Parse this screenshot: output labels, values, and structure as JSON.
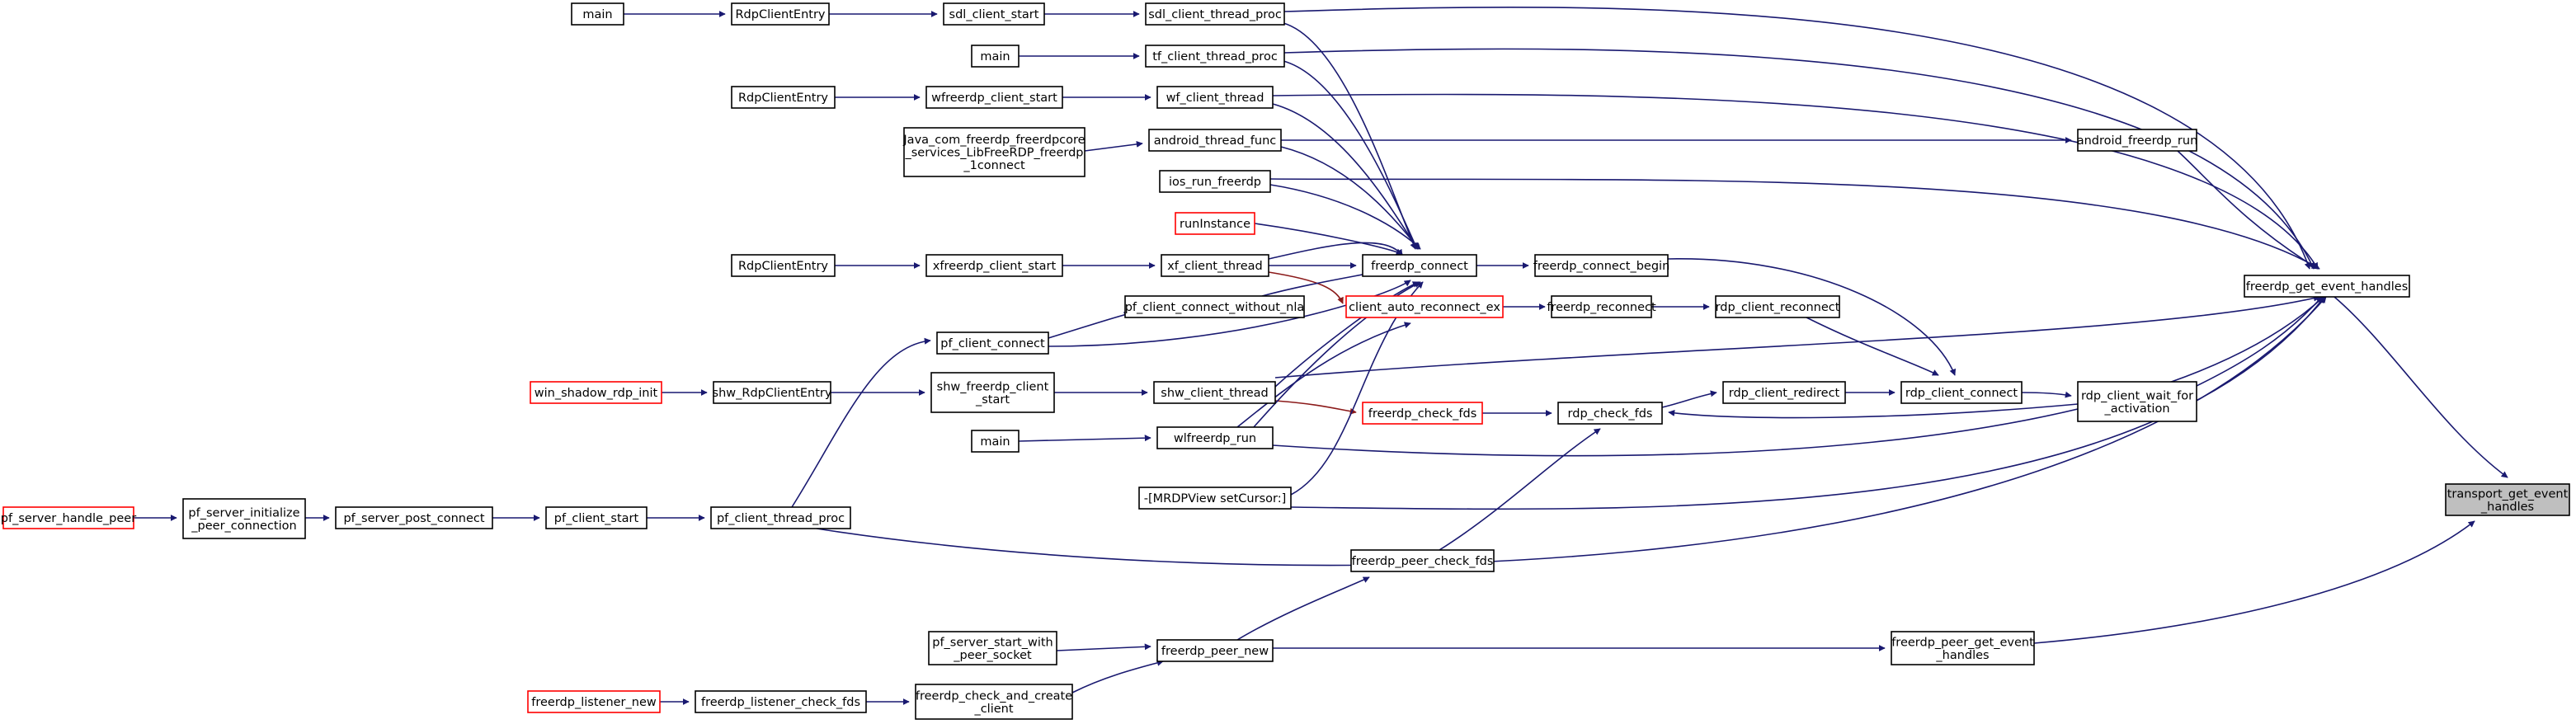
{
  "nodes": [
    {
      "id": "n0",
      "name": "node-main-1",
      "lines": [
        "main"
      ]
    },
    {
      "id": "n1",
      "name": "node-rdpcliententry-1",
      "lines": [
        "RdpClientEntry"
      ]
    },
    {
      "id": "n2",
      "name": "node-sdl-client-start",
      "lines": [
        "sdl_client_start"
      ]
    },
    {
      "id": "n3",
      "name": "node-sdl-client-thread-proc",
      "lines": [
        "sdl_client_thread_proc"
      ]
    },
    {
      "id": "n4",
      "name": "node-main-2",
      "lines": [
        "main"
      ]
    },
    {
      "id": "n5",
      "name": "node-tf-client-thread-proc",
      "lines": [
        "tf_client_thread_proc"
      ]
    },
    {
      "id": "n6",
      "name": "node-rdpcliententry-2",
      "lines": [
        "RdpClientEntry"
      ]
    },
    {
      "id": "n7",
      "name": "node-wfreerdp-client-start",
      "lines": [
        "wfreerdp_client_start"
      ]
    },
    {
      "id": "n8",
      "name": "node-wf-client-thread",
      "lines": [
        "wf_client_thread"
      ]
    },
    {
      "id": "n9",
      "name": "node-java-libfreerdp-connect",
      "lines": [
        "Java_com_freerdp_freerdpcore",
        "_services_LibFreeRDP_freerdp",
        "_1connect"
      ]
    },
    {
      "id": "n10",
      "name": "node-android-thread-func",
      "lines": [
        "android_thread_func"
      ]
    },
    {
      "id": "n11",
      "name": "node-android-freerdp-run",
      "lines": [
        "android_freerdp_run"
      ]
    },
    {
      "id": "n12",
      "name": "node-ios-run-freerdp",
      "lines": [
        "ios_run_freerdp"
      ]
    },
    {
      "id": "n13",
      "name": "node-runinstance",
      "lines": [
        "runInstance"
      ],
      "red": true
    },
    {
      "id": "n14",
      "name": "node-rdpcliententry-3",
      "lines": [
        "RdpClientEntry"
      ]
    },
    {
      "id": "n15",
      "name": "node-xfreerdp-client-start",
      "lines": [
        "xfreerdp_client_start"
      ]
    },
    {
      "id": "n16",
      "name": "node-xf-client-thread",
      "lines": [
        "xf_client_thread"
      ]
    },
    {
      "id": "n17",
      "name": "node-freerdp-connect",
      "lines": [
        "freerdp_connect"
      ]
    },
    {
      "id": "n18",
      "name": "node-freerdp-connect-begin",
      "lines": [
        "freerdp_connect_begin"
      ]
    },
    {
      "id": "n19",
      "name": "node-freerdp-get-event-handles",
      "lines": [
        "freerdp_get_event_handles"
      ]
    },
    {
      "id": "n20",
      "name": "node-pf-client-connect-without-nla",
      "lines": [
        "pf_client_connect_without_nla"
      ]
    },
    {
      "id": "n21",
      "name": "node-client-auto-reconnect-ex",
      "lines": [
        "client_auto_reconnect_ex"
      ],
      "red": true
    },
    {
      "id": "n22",
      "name": "node-freerdp-reconnect",
      "lines": [
        "freerdp_reconnect"
      ]
    },
    {
      "id": "n23",
      "name": "node-rdp-client-reconnect",
      "lines": [
        "rdp_client_reconnect"
      ]
    },
    {
      "id": "n24",
      "name": "node-pf-client-connect",
      "lines": [
        "pf_client_connect"
      ]
    },
    {
      "id": "n25",
      "name": "node-win-shadow-rdp-init",
      "lines": [
        "win_shadow_rdp_init"
      ],
      "red": true
    },
    {
      "id": "n26",
      "name": "node-shw-rdpcliententry",
      "lines": [
        "shw_RdpClientEntry"
      ]
    },
    {
      "id": "n27",
      "name": "node-shw-freerdp-client-start",
      "lines": [
        "shw_freerdp_client",
        "_start"
      ]
    },
    {
      "id": "n28",
      "name": "node-shw-client-thread",
      "lines": [
        "shw_client_thread"
      ]
    },
    {
      "id": "n29",
      "name": "node-freerdp-check-fds",
      "lines": [
        "freerdp_check_fds"
      ],
      "red": true
    },
    {
      "id": "n30",
      "name": "node-rdp-check-fds",
      "lines": [
        "rdp_check_fds"
      ]
    },
    {
      "id": "n31",
      "name": "node-rdp-client-redirect",
      "lines": [
        "rdp_client_redirect"
      ]
    },
    {
      "id": "n32",
      "name": "node-rdp-client-connect",
      "lines": [
        "rdp_client_connect"
      ]
    },
    {
      "id": "n33",
      "name": "node-rdp-client-wait-for-activation",
      "lines": [
        "rdp_client_wait_for",
        "_activation"
      ]
    },
    {
      "id": "n34",
      "name": "node-main-3",
      "lines": [
        "main"
      ]
    },
    {
      "id": "n35",
      "name": "node-wlfreerdp-run",
      "lines": [
        "wlfreerdp_run"
      ]
    },
    {
      "id": "n36",
      "name": "node-mrdpview-setcursor",
      "lines": [
        "-[MRDPView setCursor:]"
      ]
    },
    {
      "id": "n37",
      "name": "node-transport-get-event-handles",
      "lines": [
        "transport_get_event",
        "_handles"
      ],
      "focus": true
    },
    {
      "id": "n38",
      "name": "node-pf-server-handle-peer",
      "lines": [
        "pf_server_handle_peer"
      ],
      "red": true
    },
    {
      "id": "n39",
      "name": "node-pf-server-initialize-peer-connection",
      "lines": [
        "pf_server_initialize",
        "_peer_connection"
      ]
    },
    {
      "id": "n40",
      "name": "node-pf-server-post-connect",
      "lines": [
        "pf_server_post_connect"
      ]
    },
    {
      "id": "n41",
      "name": "node-pf-client-start",
      "lines": [
        "pf_client_start"
      ]
    },
    {
      "id": "n42",
      "name": "node-pf-client-thread-proc",
      "lines": [
        "pf_client_thread_proc"
      ]
    },
    {
      "id": "n43",
      "name": "node-freerdp-peer-check-fds",
      "lines": [
        "freerdp_peer_check_fds"
      ]
    },
    {
      "id": "n44",
      "name": "node-pf-server-start-with-peer-socket",
      "lines": [
        "pf_server_start_with",
        "_peer_socket"
      ]
    },
    {
      "id": "n45",
      "name": "node-freerdp-peer-new",
      "lines": [
        "freerdp_peer_new"
      ]
    },
    {
      "id": "n46",
      "name": "node-freerdp-peer-get-event-handles",
      "lines": [
        "freerdp_peer_get_event",
        "_handles"
      ]
    },
    {
      "id": "n47",
      "name": "node-freerdp-listener-new",
      "lines": [
        "freerdp_listener_new"
      ],
      "red": true
    },
    {
      "id": "n48",
      "name": "node-freerdp-listener-check-fds",
      "lines": [
        "freerdp_listener_check_fds"
      ]
    },
    {
      "id": "n49",
      "name": "node-freerdp-check-and-create-client",
      "lines": [
        "freerdp_check_and_create",
        "_client"
      ]
    }
  ],
  "edges": [
    {
      "from": "main",
      "to": "RdpClientEntry"
    },
    {
      "from": "RdpClientEntry",
      "to": "sdl_client_start"
    },
    {
      "from": "sdl_client_start",
      "to": "sdl_client_thread_proc"
    },
    {
      "from": "sdl_client_thread_proc",
      "to": "freerdp_connect"
    },
    {
      "from": "sdl_client_thread_proc",
      "to": "freerdp_get_event_handles"
    },
    {
      "from": "main",
      "to": "tf_client_thread_proc"
    },
    {
      "from": "tf_client_thread_proc",
      "to": "freerdp_connect"
    },
    {
      "from": "tf_client_thread_proc",
      "to": "freerdp_get_event_handles"
    },
    {
      "from": "RdpClientEntry",
      "to": "wfreerdp_client_start"
    },
    {
      "from": "wfreerdp_client_start",
      "to": "wf_client_thread"
    },
    {
      "from": "wf_client_thread",
      "to": "freerdp_connect"
    },
    {
      "from": "wf_client_thread",
      "to": "freerdp_get_event_handles"
    },
    {
      "from": "Java_com_freerdp_freerdpcore_services_LibFreeRDP_freerdp_1connect",
      "to": "android_thread_func"
    },
    {
      "from": "android_thread_func",
      "to": "freerdp_connect"
    },
    {
      "from": "android_thread_func",
      "to": "android_freerdp_run"
    },
    {
      "from": "android_freerdp_run",
      "to": "freerdp_get_event_handles"
    },
    {
      "from": "ios_run_freerdp",
      "to": "freerdp_connect"
    },
    {
      "from": "ios_run_freerdp",
      "to": "freerdp_get_event_handles"
    },
    {
      "from": "runInstance",
      "to": "freerdp_connect"
    },
    {
      "from": "RdpClientEntry",
      "to": "xfreerdp_client_start"
    },
    {
      "from": "xfreerdp_client_start",
      "to": "xf_client_thread"
    },
    {
      "from": "xf_client_thread",
      "to": "freerdp_connect"
    },
    {
      "from": "xf_client_thread",
      "to": "freerdp_get_event_handles"
    },
    {
      "from": "xf_client_thread",
      "to": "client_auto_reconnect_ex"
    },
    {
      "from": "freerdp_connect",
      "to": "freerdp_connect_begin"
    },
    {
      "from": "freerdp_connect_begin",
      "to": "rdp_client_connect"
    },
    {
      "from": "pf_client_connect",
      "to": "pf_client_connect_without_nla"
    },
    {
      "from": "pf_client_connect_without_nla",
      "to": "freerdp_connect"
    },
    {
      "from": "pf_client_connect",
      "to": "freerdp_connect"
    },
    {
      "from": "client_auto_reconnect_ex",
      "to": "freerdp_reconnect"
    },
    {
      "from": "freerdp_reconnect",
      "to": "rdp_client_reconnect"
    },
    {
      "from": "rdp_client_reconnect",
      "to": "rdp_client_connect"
    },
    {
      "from": "win_shadow_rdp_init",
      "to": "shw_RdpClientEntry"
    },
    {
      "from": "shw_RdpClientEntry",
      "to": "shw_freerdp_client_start"
    },
    {
      "from": "shw_freerdp_client_start",
      "to": "shw_client_thread"
    },
    {
      "from": "shw_client_thread",
      "to": "freerdp_connect"
    },
    {
      "from": "shw_client_thread",
      "to": "freerdp_get_event_handles"
    },
    {
      "from": "shw_client_thread",
      "to": "freerdp_check_fds"
    },
    {
      "from": "freerdp_check_fds",
      "to": "rdp_check_fds"
    },
    {
      "from": "rdp_check_fds",
      "to": "rdp_client_redirect"
    },
    {
      "from": "rdp_client_redirect",
      "to": "rdp_client_connect"
    },
    {
      "from": "rdp_client_connect",
      "to": "rdp_client_wait_for_activation"
    },
    {
      "from": "rdp_client_wait_for_activation",
      "to": "rdp_check_fds"
    },
    {
      "from": "rdp_client_wait_for_activation",
      "to": "freerdp_get_event_handles"
    },
    {
      "from": "main",
      "to": "wlfreerdp_run"
    },
    {
      "from": "wlfreerdp_run",
      "to": "freerdp_connect"
    },
    {
      "from": "wlfreerdp_run",
      "to": "client_auto_reconnect_ex"
    },
    {
      "from": "wlfreerdp_run",
      "to": "freerdp_get_event_handles"
    },
    {
      "from": "-[MRDPView setCursor:]",
      "to": "freerdp_connect"
    },
    {
      "from": "-[MRDPView setCursor:]",
      "to": "freerdp_get_event_handles"
    },
    {
      "from": "freerdp_get_event_handles",
      "to": "transport_get_event_handles"
    },
    {
      "from": "pf_server_handle_peer",
      "to": "pf_server_initialize_peer_connection"
    },
    {
      "from": "pf_server_initialize_peer_connection",
      "to": "pf_server_post_connect"
    },
    {
      "from": "pf_server_post_connect",
      "to": "pf_client_start"
    },
    {
      "from": "pf_client_start",
      "to": "pf_client_thread_proc"
    },
    {
      "from": "pf_client_thread_proc",
      "to": "pf_client_connect"
    },
    {
      "from": "pf_client_thread_proc",
      "to": "freerdp_get_event_handles"
    },
    {
      "from": "freerdp_peer_check_fds",
      "to": "rdp_check_fds"
    },
    {
      "from": "pf_server_start_with_peer_socket",
      "to": "freerdp_peer_new"
    },
    {
      "from": "freerdp_peer_new",
      "to": "freerdp_peer_check_fds"
    },
    {
      "from": "freerdp_peer_new",
      "to": "freerdp_peer_get_event_handles"
    },
    {
      "from": "freerdp_peer_get_event_handles",
      "to": "transport_get_event_handles"
    },
    {
      "from": "freerdp_listener_new",
      "to": "freerdp_listener_check_fds"
    },
    {
      "from": "freerdp_listener_check_fds",
      "to": "freerdp_check_and_create_client"
    },
    {
      "from": "freerdp_check_and_create_client",
      "to": "freerdp_peer_new"
    }
  ]
}
